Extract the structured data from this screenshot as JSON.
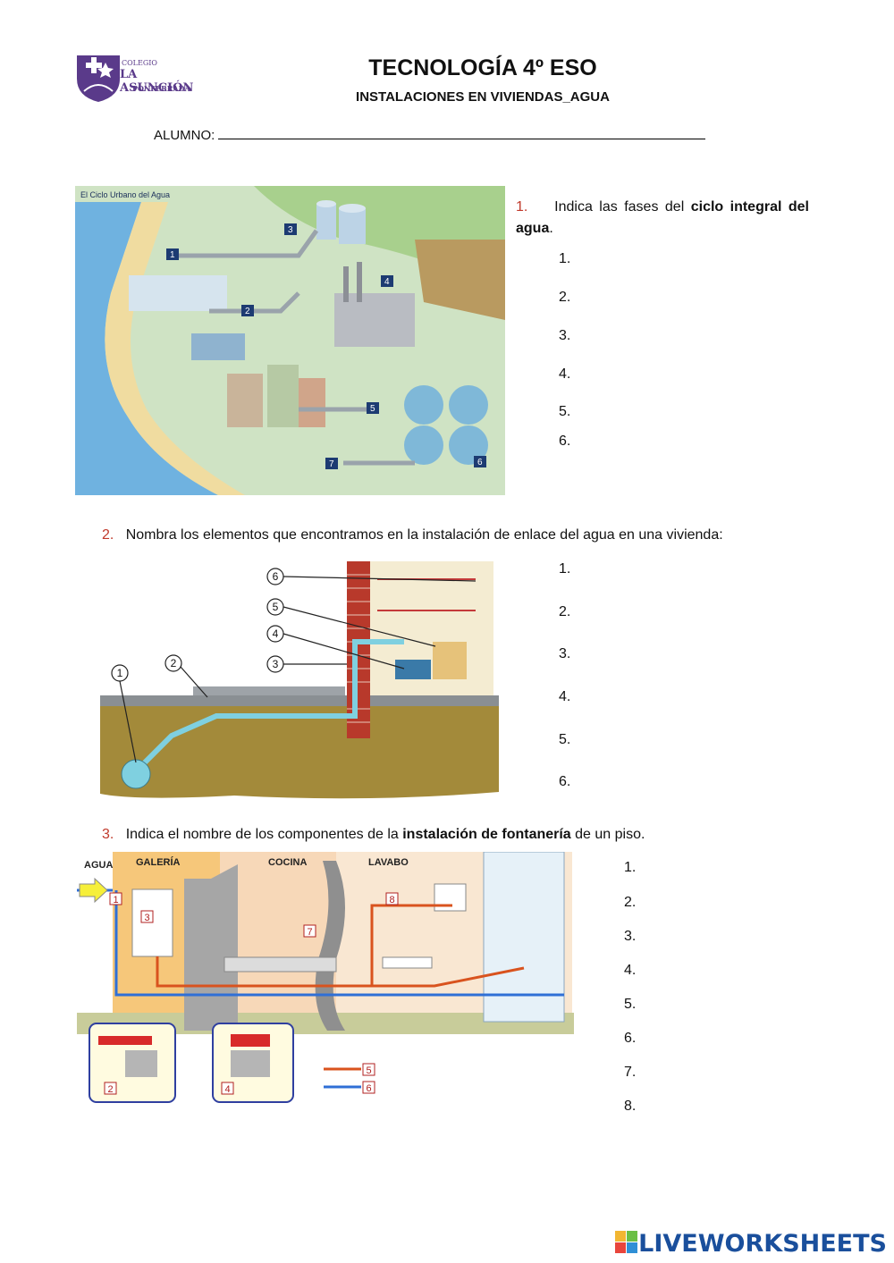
{
  "header": {
    "school_small": "COLEGIO",
    "school_name": "LA ASUNCIÓN",
    "school_city": "PONFERRADA",
    "title": "TECNOLOGÍA 4º ESO",
    "subtitle": "INSTALACIONES EN VIVIENDAS_AGUA",
    "student_label": "ALUMNO:"
  },
  "q1": {
    "number": "1.",
    "text_before": "Indica las fases del",
    "text_bold": "ciclo integral del agua",
    "text_after": ".",
    "image_title": "El Ciclo Urbano del Agua",
    "image_markers": [
      "1",
      "2",
      "3",
      "4",
      "5",
      "6",
      "7"
    ],
    "answers": [
      "1.",
      "2.",
      "3.",
      "4.",
      "5.",
      "6."
    ]
  },
  "q2": {
    "number": "2.",
    "text": "Nombra los elementos que encontramos en la instalación de enlace del agua en una vivienda:",
    "image_markers": [
      "1",
      "2",
      "3",
      "4",
      "5",
      "6"
    ],
    "answers": [
      "1.",
      "2.",
      "3.",
      "4.",
      "5.",
      "6."
    ]
  },
  "q3": {
    "number": "3.",
    "text_before": "Indica el nombre de los componentes de la",
    "text_bold": "instalación de fontanería",
    "text_after": "de un piso.",
    "image_labels": {
      "agua": "AGUA",
      "galeria": "GALERÍA",
      "cocina": "COCINA",
      "lavabo": "LAVABO"
    },
    "image_markers": [
      "1",
      "2",
      "3",
      "4",
      "5",
      "6",
      "7",
      "8"
    ],
    "answers": [
      "1.",
      "2.",
      "3.",
      "4.",
      "5.",
      "6.",
      "7.",
      "8."
    ]
  },
  "footer": {
    "brand": "LIVEWORKSHEETS"
  },
  "colors": {
    "question_number": "#c0392b",
    "brand_blue": "#1a4f9c",
    "hot_pipe": "#d9531e",
    "cold_pipe": "#2f6fd6"
  }
}
